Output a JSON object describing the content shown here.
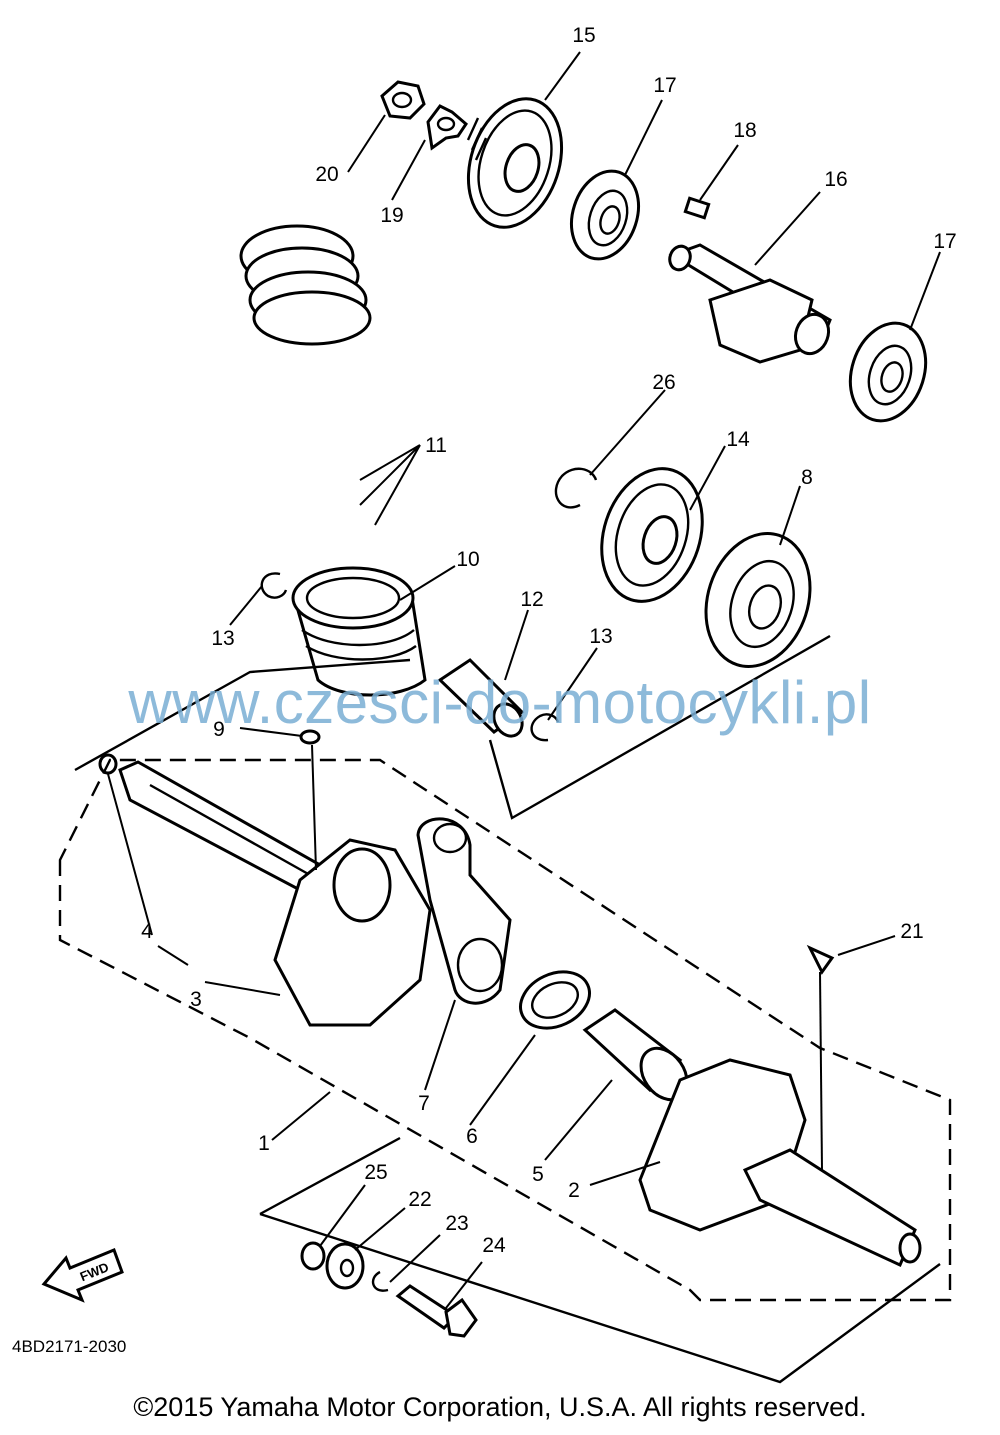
{
  "diagram": {
    "part_code": "4BD2171-2030",
    "fwd_label": "FWD",
    "callouts": {
      "c1": "1",
      "c2": "2",
      "c3": "3",
      "c4": "4",
      "c5": "5",
      "c6": "6",
      "c7": "7",
      "c8": "8",
      "c9": "9",
      "c10": "10",
      "c11": "11",
      "c12": "12",
      "c13a": "13",
      "c13b": "13",
      "c14": "14",
      "c15": "15",
      "c16": "16",
      "c17a": "17",
      "c17b": "17",
      "c18": "18",
      "c19": "19",
      "c20": "20",
      "c21": "21",
      "c22": "22",
      "c23": "23",
      "c24": "24",
      "c25": "25",
      "c26": "26"
    }
  },
  "watermark": "www.czesci-do-motocykli.pl",
  "copyright": "©2015 Yamaha Motor Corporation, U.S.A. All rights reserved."
}
